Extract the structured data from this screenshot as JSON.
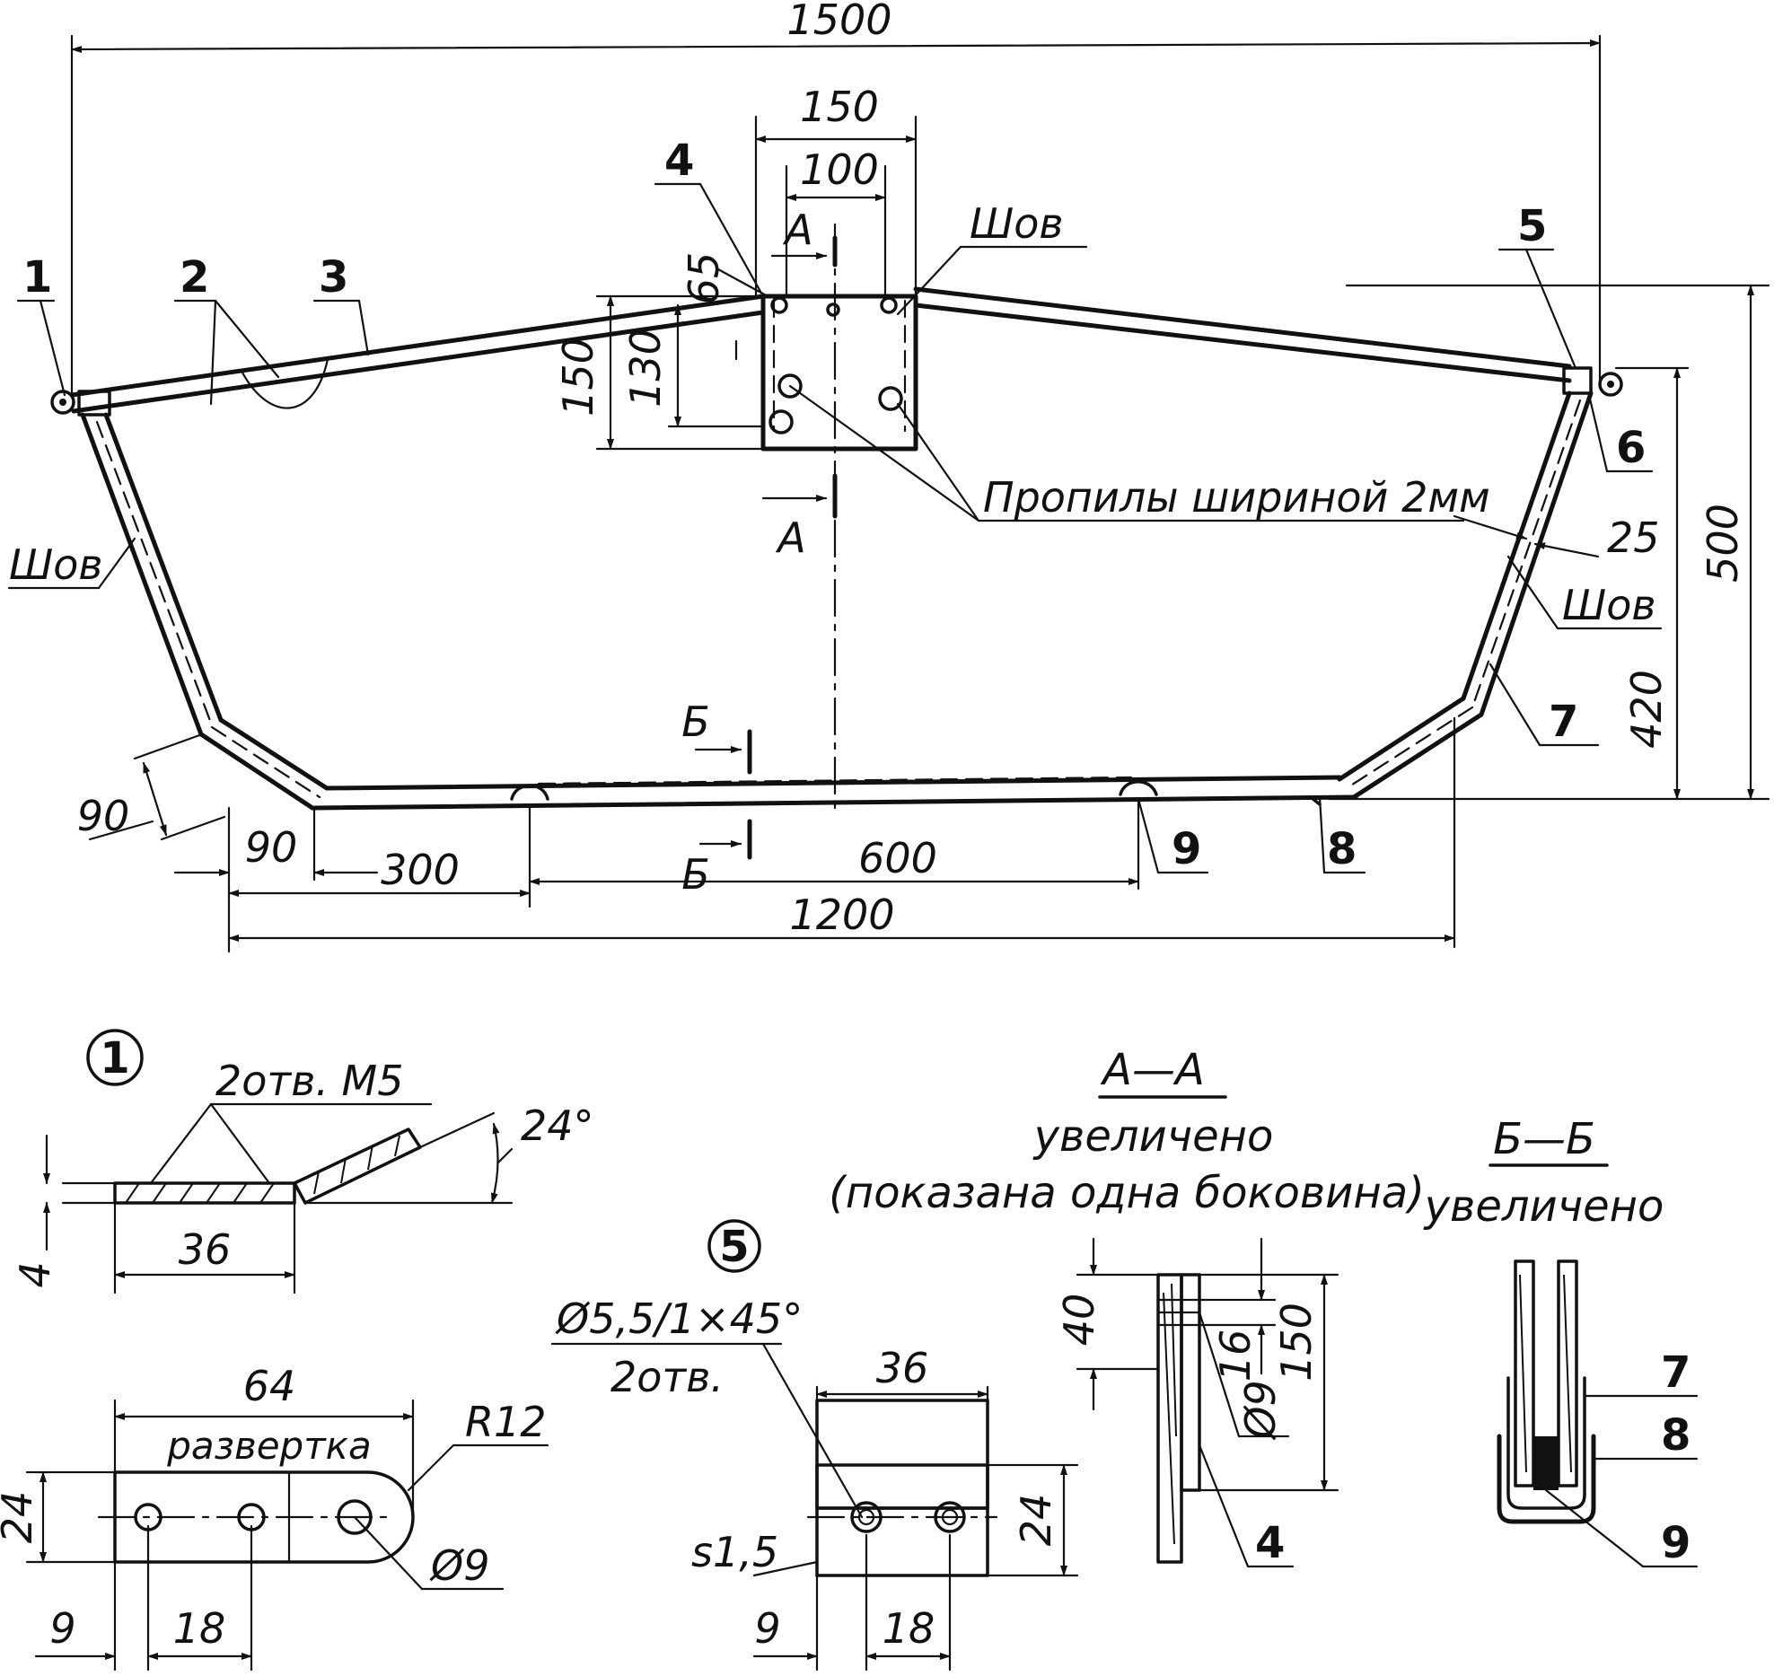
{
  "main_view": {
    "dims": {
      "overall_width": "1500",
      "bracket_width": "150",
      "bracket_inner": "100",
      "dim_65": "65",
      "dim_150_v": "150",
      "dim_130_v": "130",
      "dim_500": "500",
      "dim_420": "420",
      "dim_25": "25",
      "dim_90_diag": "90",
      "dim_90_h": "90",
      "dim_300": "300",
      "dim_600": "600",
      "dim_1200": "1200"
    },
    "part_numbers": [
      "1",
      "2",
      "3",
      "4",
      "5",
      "6",
      "7",
      "8",
      "9"
    ],
    "notes": {
      "seam": "Шов",
      "slots": "Пропилы шириной 2мм"
    },
    "section_marks": {
      "a": "А",
      "b": "Б"
    }
  },
  "detail_1": {
    "callout": "1",
    "holes_note": "2отв. М5",
    "angle": "24°",
    "thickness": "4",
    "length": "36",
    "blank_length": "64",
    "blank_note": "развертка",
    "radius": "R12",
    "height": "24",
    "edge": "9",
    "pitch": "18",
    "hole_dia": "Ø9"
  },
  "detail_5": {
    "callout": "5",
    "holes_note_1": "Ø5,5/1×45°",
    "holes_note_2": "2отв.",
    "width": "36",
    "height": "24",
    "sheet": "s1,5",
    "edge": "9",
    "pitch": "18"
  },
  "section_aa": {
    "title": "А—А",
    "subtitle_1": "увеличено",
    "subtitle_2": "(показана одна боковина)",
    "dim_40": "40",
    "dim_16": "16",
    "dim_150": "150",
    "hole_dia": "Ø9",
    "part": "4"
  },
  "section_bb": {
    "title": "Б—Б",
    "subtitle": "увеличено",
    "parts": [
      "7",
      "8",
      "9"
    ]
  }
}
